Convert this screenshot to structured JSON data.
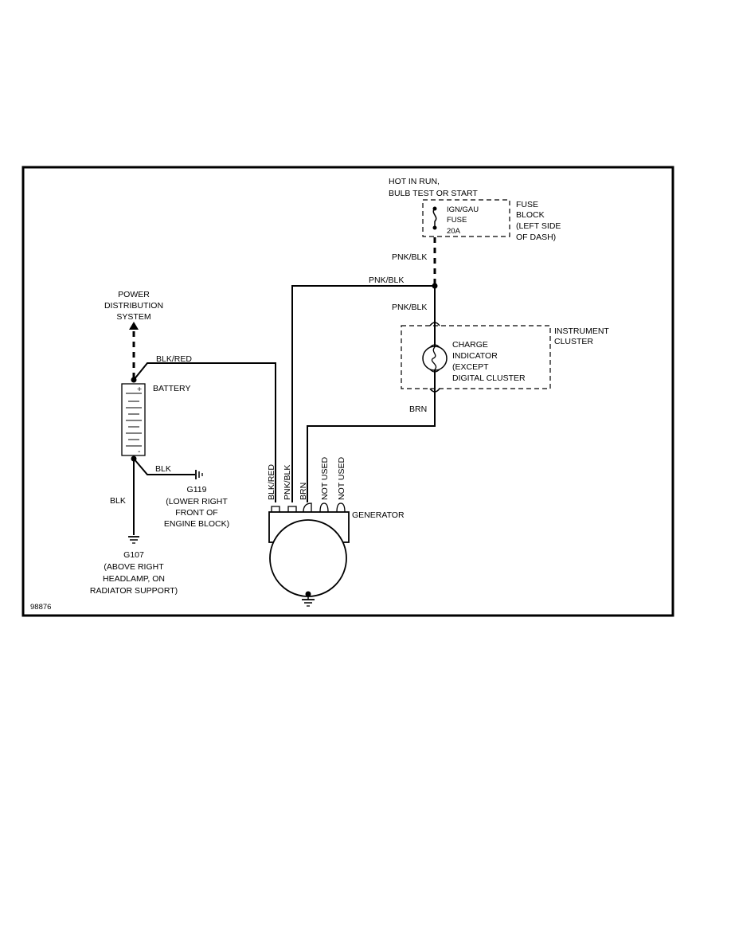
{
  "labels": {
    "hot_in_run_1": "HOT IN RUN,",
    "hot_in_run_2": "BULB TEST OR START",
    "fuse_name_1": "IGN/GAU",
    "fuse_name_2": "FUSE",
    "fuse_name_3": "20A",
    "fuse_block_1": "FUSE",
    "fuse_block_2": "BLOCK",
    "fuse_block_3": "(LEFT SIDE",
    "fuse_block_4": "OF DASH)",
    "wire_pnk_blk_1": "PNK/BLK",
    "wire_pnk_blk_2": "PNK/BLK",
    "wire_pnk_blk_3": "PNK/BLK",
    "power_dist_1": "POWER",
    "power_dist_2": "DISTRIBUTION",
    "power_dist_3": "SYSTEM",
    "wire_blk_red": "BLK/RED",
    "battery": "BATTERY",
    "battery_plus": "+",
    "battery_minus": "-",
    "wire_blk_1": "BLK",
    "wire_blk_2": "BLK",
    "g119_1": "G119",
    "g119_2": "(LOWER RIGHT",
    "g119_3": "FRONT OF",
    "g119_4": "ENGINE BLOCK)",
    "g107_1": "G107",
    "g107_2": "(ABOVE RIGHT",
    "g107_3": "HEADLAMP, ON",
    "g107_4": "RADIATOR SUPPORT)",
    "instrument_cluster_1": "INSTRUMENT",
    "instrument_cluster_2": "CLUSTER",
    "charge_1": "CHARGE",
    "charge_2": "INDICATOR",
    "charge_3": "(EXCEPT",
    "charge_4": "DIGITAL CLUSTER",
    "wire_brn": "BRN",
    "term_blk_red": "BLK/RED",
    "term_pnk_blk": "PNK/BLK",
    "term_brn": "BRN",
    "term_not_used_1": "NOT USED",
    "term_not_used_2": "NOT USED",
    "generator": "GENERATOR",
    "figure_id": "98876"
  }
}
